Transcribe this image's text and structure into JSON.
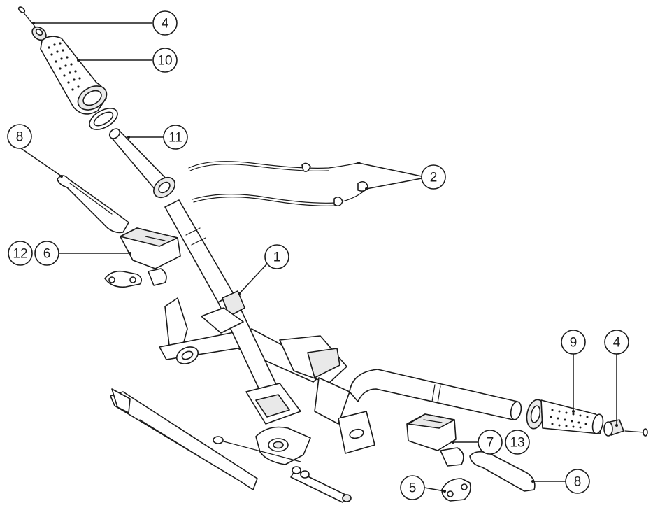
{
  "callouts": {
    "c4_top": "4",
    "c10": "10",
    "c11": "11",
    "c8_left": "8",
    "c2": "2",
    "c12": "12",
    "c6": "6",
    "c1": "1",
    "c9": "9",
    "c4_right": "4",
    "c7": "7",
    "c13": "13",
    "c5": "5",
    "c8_right": "8"
  },
  "colors": {
    "line": "#1a1a1a",
    "background": "#ffffff",
    "shade": "#e9e9e9"
  }
}
